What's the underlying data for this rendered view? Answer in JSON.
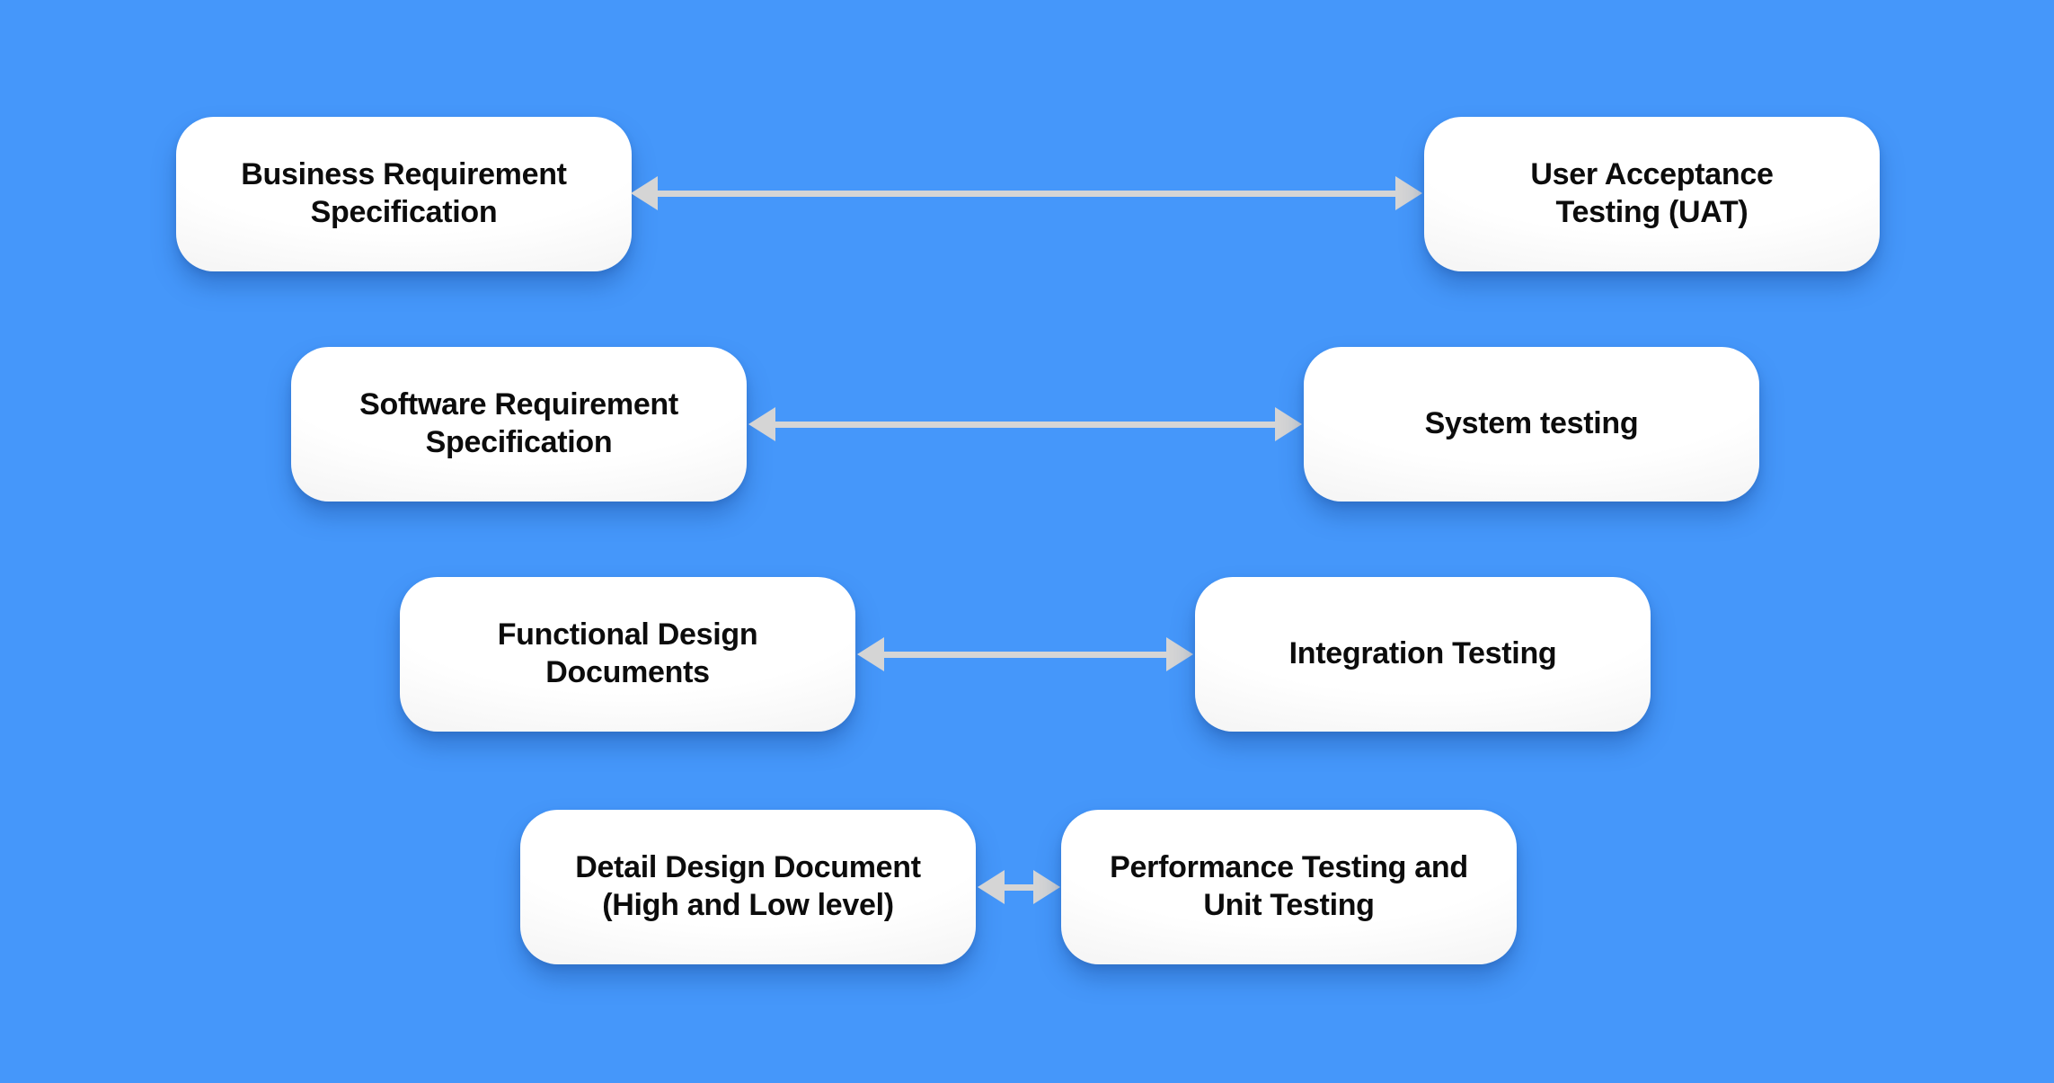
{
  "diagram": {
    "type": "v-model-mapping",
    "colors": {
      "background": "#4597fa",
      "node_fill_top": "#ffffff",
      "node_fill_bottom": "#e2e2e2",
      "arrow": "#d5d5d5",
      "text": "#0c0c0c"
    },
    "rows": [
      {
        "left": {
          "label": "Business Requirement\nSpecification"
        },
        "right": {
          "label": "User Acceptance\nTesting (UAT)"
        },
        "connector": "double-headed-arrow"
      },
      {
        "left": {
          "label": "Software Requirement\nSpecification"
        },
        "right": {
          "label": "System testing"
        },
        "connector": "double-headed-arrow"
      },
      {
        "left": {
          "label": "Functional Design\nDocuments"
        },
        "right": {
          "label": "Integration Testing"
        },
        "connector": "double-headed-arrow"
      },
      {
        "left": {
          "label": "Detail Design Document\n(High and Low level)"
        },
        "right": {
          "label": "Performance Testing and\nUnit Testing"
        },
        "connector": "double-headed-arrow"
      }
    ]
  }
}
